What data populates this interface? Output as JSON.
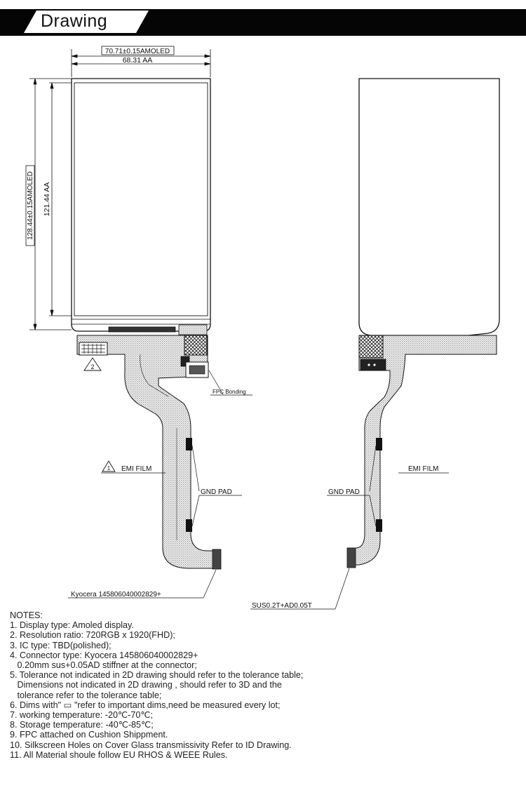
{
  "header": {
    "title": "Drawing"
  },
  "front_view": {
    "dim_width_amoled": "70.71±0.15AMOLED",
    "dim_width_aa": "68.31 AA",
    "dim_height_amoled": "128.44±0.15AMOLED",
    "dim_height_aa": "121.44 AA",
    "marker_2": "2",
    "marker_1": "1",
    "label_fpc_bonding": "FPC Bonding",
    "label_emi_film": "EMI FILM",
    "label_gnd_pad": "GND PAD",
    "label_connector": "Kyocera 145806040002829+"
  },
  "back_view": {
    "label_emi_film": "EMI FILM",
    "label_gnd_pad": "GND PAD",
    "label_stiffener": "SUS0.2T+AD0.05T"
  },
  "notes": {
    "heading": "NOTES:",
    "lines": [
      "1. Display type: Amoled display.",
      "2. Resolution ratio: 720RGB x 1920(FHD);",
      "3. IC type: TBD(polished);",
      "4. Connector type: Kyocera 145806040002829+",
      "   0.20mm sus+0.05AD stiffner at the connector;",
      "5. Tolerance not indicated in 2D drawing should refer to the tolerance table;",
      "   Dimensions not indicated in 2D drawing , should refer to 3D and the",
      "   tolerance refer to the tolerance table;",
      "6. Dims with\" ▭ \"refer to important dims,need be measured every lot;",
      "7. working temperature: -20℃-70℃;",
      "8. Storage temperature: -40℃-85℃;",
      "9. FPC attached on Cushion Shippment.",
      "10. Silkscreen Holes on Cover Glass transmissivity Refer to ID Drawing.",
      "11. All Material shoule follow EU RHOS & WEEE Rules."
    ]
  }
}
